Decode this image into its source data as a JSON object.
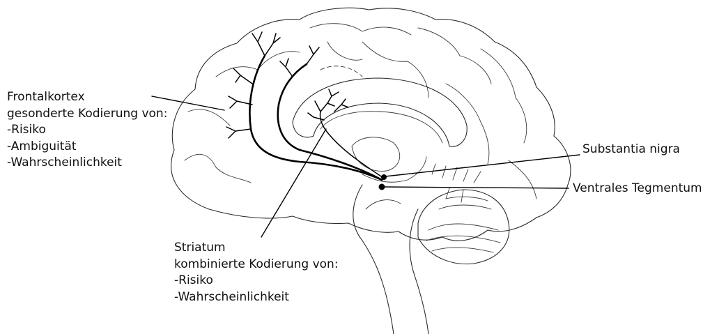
{
  "labels": {
    "frontal": {
      "lines": [
        "Frontalkortex",
        "gesonderte Kodierung von:",
        "-Risiko",
        "-Ambiguität",
        "-Wahrscheinlichkeit"
      ]
    },
    "striatum": {
      "lines": [
        "Striatum",
        "kombinierte Kodierung von:",
        "-Risiko",
        "-Wahrscheinlichkeit"
      ]
    },
    "substantia_nigra": "Substantia nigra",
    "ventral_tegmentum": "Ventrales Tegmentum"
  },
  "colors": {
    "ink": "#000000",
    "line_drawing": "#2a2a2a",
    "background": "#ffffff"
  }
}
